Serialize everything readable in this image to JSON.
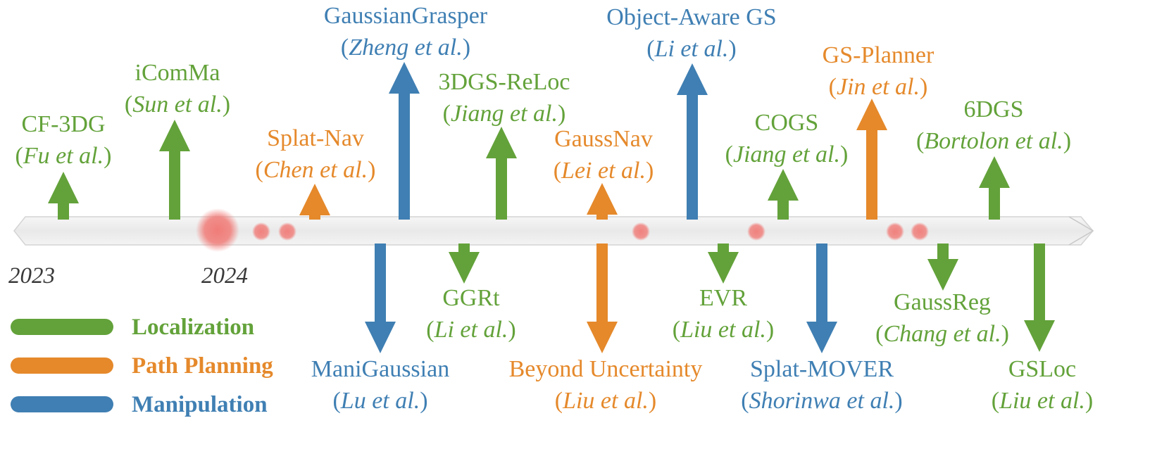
{
  "colors": {
    "localization": "#63a23a",
    "planning": "#e5892b",
    "manipulation": "#3f7fb3",
    "marker": "#f07c78",
    "axis_fill": "#eeeeee",
    "axis_stroke": "#d2d2d2"
  },
  "years": [
    {
      "label": "2023"
    },
    {
      "label": "2024"
    }
  ],
  "legend": [
    {
      "category": "localization",
      "label": "Localization"
    },
    {
      "category": "planning",
      "label": "Path Planning"
    },
    {
      "category": "manipulation",
      "label": "Manipulation"
    }
  ],
  "author_suffix": "et al.",
  "methods": [
    {
      "name": "CF-3DG",
      "author": "Fu",
      "category": "localization"
    },
    {
      "name": "iComMa",
      "author": "Sun",
      "category": "localization"
    },
    {
      "name": "Splat-Nav",
      "author": "Chen",
      "category": "planning"
    },
    {
      "name": "GaussianGrasper",
      "author": "Zheng",
      "category": "manipulation"
    },
    {
      "name": "3DGS-ReLoc",
      "author": "Jiang",
      "category": "localization"
    },
    {
      "name": "GaussNav",
      "author": "Lei",
      "category": "planning"
    },
    {
      "name": "Object-Aware GS",
      "author": "Li",
      "category": "manipulation"
    },
    {
      "name": "COGS",
      "author": "Jiang",
      "category": "localization"
    },
    {
      "name": "GS-Planner",
      "author": "Jin",
      "category": "planning"
    },
    {
      "name": "6DGS",
      "author": "Bortolon",
      "category": "localization"
    },
    {
      "name": "ManiGaussian",
      "author": "Lu",
      "category": "manipulation"
    },
    {
      "name": "GGRt",
      "author": "Li",
      "category": "localization"
    },
    {
      "name": "Beyond Uncertainty",
      "author": "Liu",
      "category": "planning"
    },
    {
      "name": "EVR",
      "author": "Liu",
      "category": "localization"
    },
    {
      "name": "Splat-MOVER",
      "author": "Shorinwa",
      "category": "manipulation"
    },
    {
      "name": "GaussReg",
      "author": "Chang",
      "category": "localization"
    },
    {
      "name": "GSLoc",
      "author": "Liu",
      "category": "localization"
    }
  ]
}
